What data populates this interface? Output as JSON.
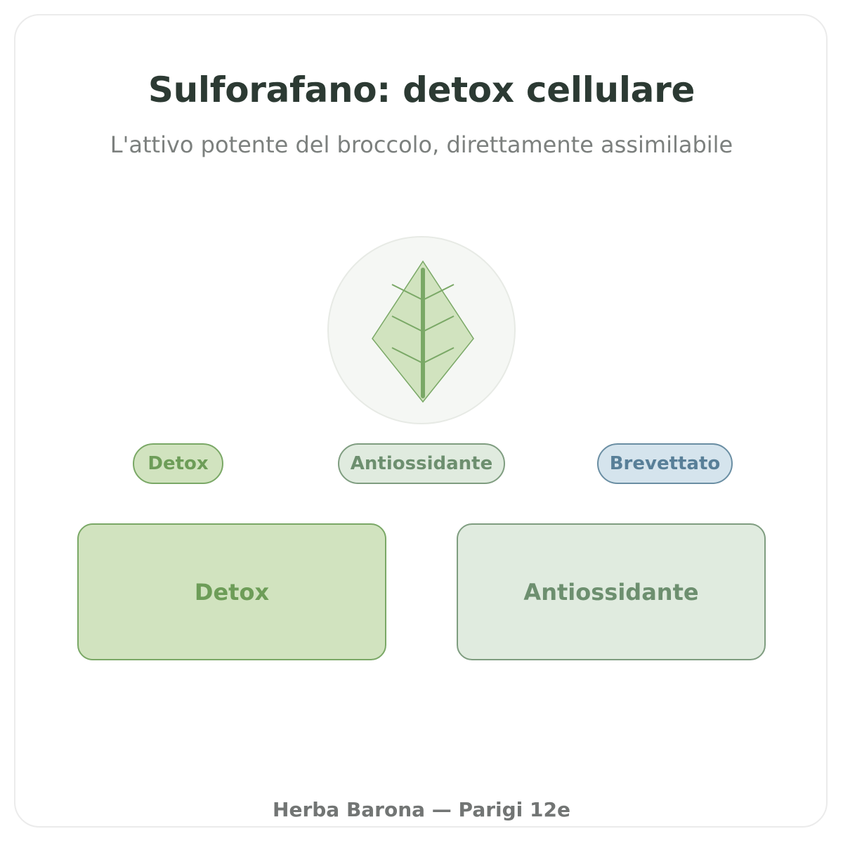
{
  "header": {
    "title": "Sulforafano: detox cellulare",
    "subtitle": "L'attivo potente del broccolo, direttamente assimilabile"
  },
  "emblem": {
    "icon": "leaf-icon"
  },
  "badges": [
    {
      "label": "Detox",
      "color": "#6d9d58"
    },
    {
      "label": "Antiossidante",
      "color": "#6d8f6f"
    },
    {
      "label": "Brevettato",
      "color": "#587f98"
    }
  ],
  "panels": [
    {
      "label": "Detox",
      "color": "#6d9d58"
    },
    {
      "label": "Antiossidante",
      "color": "#6d8f6f"
    }
  ],
  "footer": {
    "text": "Herba Barona — Parigi 12e"
  },
  "colors": {
    "title": "#2c3a33",
    "subtitle": "#7c807e",
    "leaf_fill": "#d1e3bf",
    "leaf_stroke": "#7aa866"
  }
}
